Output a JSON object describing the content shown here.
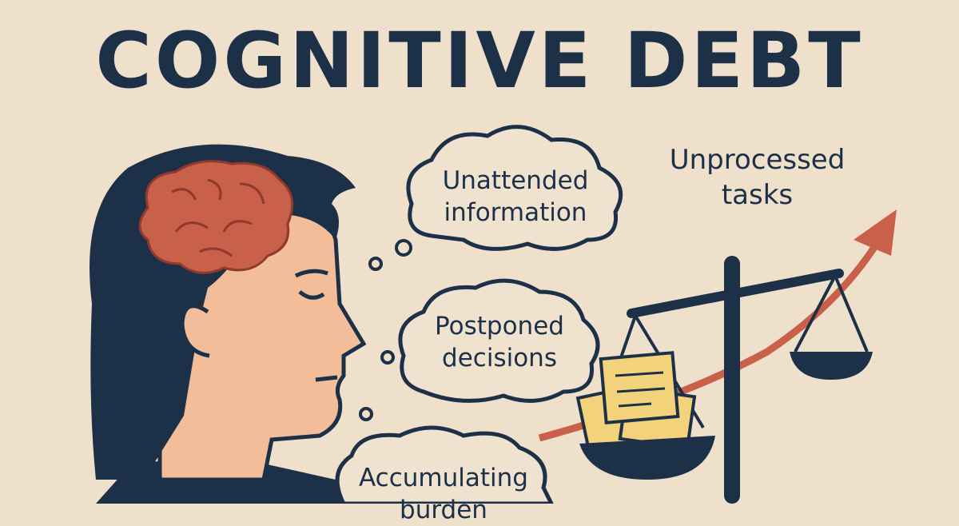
{
  "title": "COGNITIVE DEBT",
  "bubbles": [
    {
      "line1": "Unattended",
      "line2": "information"
    },
    {
      "line1": "Postponed",
      "line2": "decisions"
    },
    {
      "line1": "Accumulating",
      "line2": "burden"
    }
  ],
  "scale_label": {
    "line1": "Unprocessed",
    "line2": "tasks"
  },
  "colors": {
    "background": "#eee0cb",
    "navy": "#1c3048",
    "brain": "#c8604a",
    "skin": "#f2bd98",
    "paper": "#f2d27a",
    "arrow": "#c8604a"
  }
}
